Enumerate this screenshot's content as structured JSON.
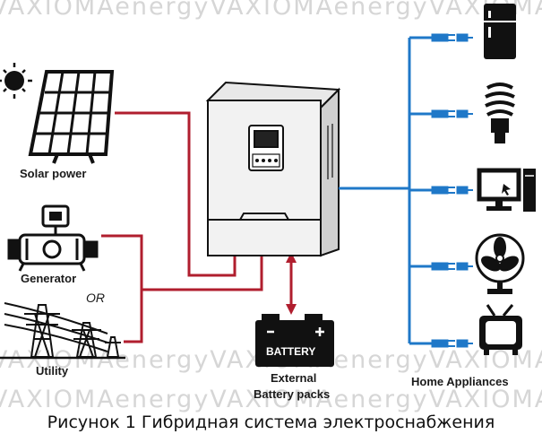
{
  "watermark": "VAXIOMAenergyVAXIOMAenergyVAXIOMA",
  "labels": {
    "solar": "Solar power",
    "generator": "Generator",
    "or": "OR",
    "utility": "Utility",
    "battery_text": "BATTERY",
    "battery_line1": "External",
    "battery_line2": "Battery packs",
    "appliances": "Home Appliances"
  },
  "caption": "Рисунок 1 Гибридная система электроснабжения",
  "colors": {
    "input_wire": "#b01e2e",
    "output_wire": "#1f78c8",
    "icon": "#111111",
    "watermark": "#d6d6d6"
  },
  "appliance_icons": [
    "fridge-icon",
    "lightbulb-icon",
    "computer-icon",
    "fan-icon",
    "tv-icon"
  ]
}
